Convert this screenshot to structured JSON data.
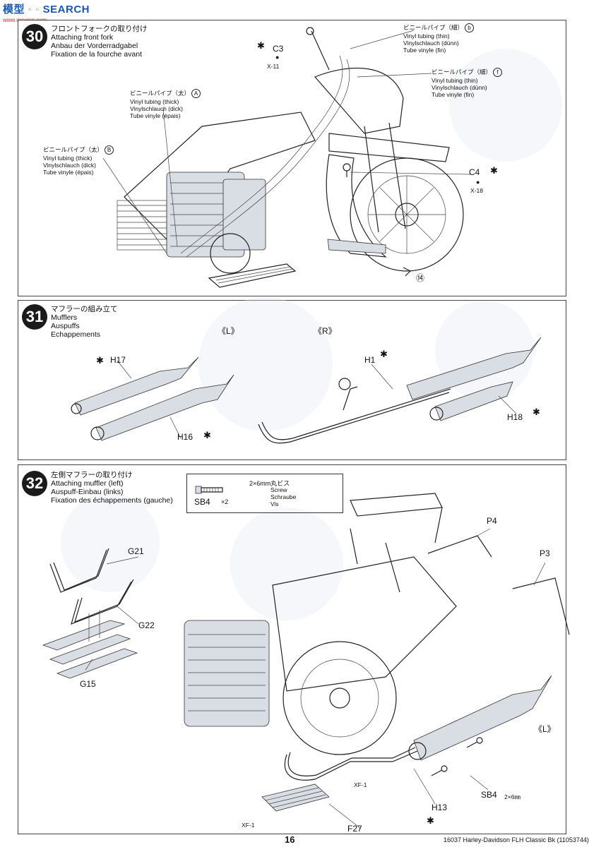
{
  "header": {
    "logo_cjk": "模型",
    "logo_text": "SEARCH",
    "site_url": "www.moxing.com"
  },
  "steps": [
    {
      "number": "30",
      "title_jp": "フロントフォークの取り付け",
      "title_en": "Attaching front fork",
      "title_de": "Anbau der Vorderradgabel",
      "title_fr": "Fixation de la fourche avant",
      "parts": {
        "c3": "C3",
        "x11": "X-11",
        "c4": "C4",
        "x18": "X-18",
        "ref14": "⑭"
      },
      "tubing": {
        "b": {
          "jp": "ビニールパイプ（細）",
          "letter": "b",
          "en": "Vinyl tubing (thin)",
          "de": "Vinylschlauch (dünn)",
          "fr": "Tube vinyle (fin)"
        },
        "f": {
          "jp": "ビニールパイプ（細）",
          "letter": "f",
          "en": "Vinyl tubing (thin)",
          "de": "Vinylschlauch (dünn)",
          "fr": "Tube vinyle (fin)"
        },
        "A": {
          "jp": "ビニールパイプ（太）",
          "letter": "A",
          "en": "Vinyl tubing (thick)",
          "de": "Vinylschlauch (dick)",
          "fr": "Tube vinyle (épais)"
        },
        "B": {
          "jp": "ビニールパイプ（太）",
          "letter": "B",
          "en": "Vinyl tubing (thick)",
          "de": "Vinylschlauch (dick)",
          "fr": "Tube vinyle (épais)"
        }
      }
    },
    {
      "number": "31",
      "title_jp": "マフラーの組み立て",
      "title_en": "Mufflers",
      "title_de": "Auspuffs",
      "title_fr": "Echappements",
      "parts": {
        "left": "《L》",
        "right": "《R》",
        "h17": "H17",
        "h16": "H16",
        "h1": "H1",
        "h18": "H18"
      }
    },
    {
      "number": "32",
      "title_jp": "左側マフラーの取り付け",
      "title_en": "Attaching muffler (left)",
      "title_de": "Auspuff-Einbau (links)",
      "title_fr": "Fixation des échappements (gauche)",
      "screw": {
        "size": "2×6mm丸ビス",
        "code": "SB4",
        "qty": "×2",
        "en": "Screw",
        "de": "Schraube",
        "fr": "Vis"
      },
      "parts": {
        "g21": "G21",
        "g22": "G22",
        "g15": "G15",
        "p4": "P4",
        "p3": "P3",
        "left": "《L》",
        "h13": "H13",
        "sb4": "SB4",
        "sb4_size": "2×6㎜",
        "xf1a": "XF-1",
        "xf1b": "XF-1",
        "f27": "F27"
      }
    }
  ],
  "footer": {
    "page": "16",
    "code": "16037  Harley-Davidson FLH Classic Bk (11053744)"
  }
}
